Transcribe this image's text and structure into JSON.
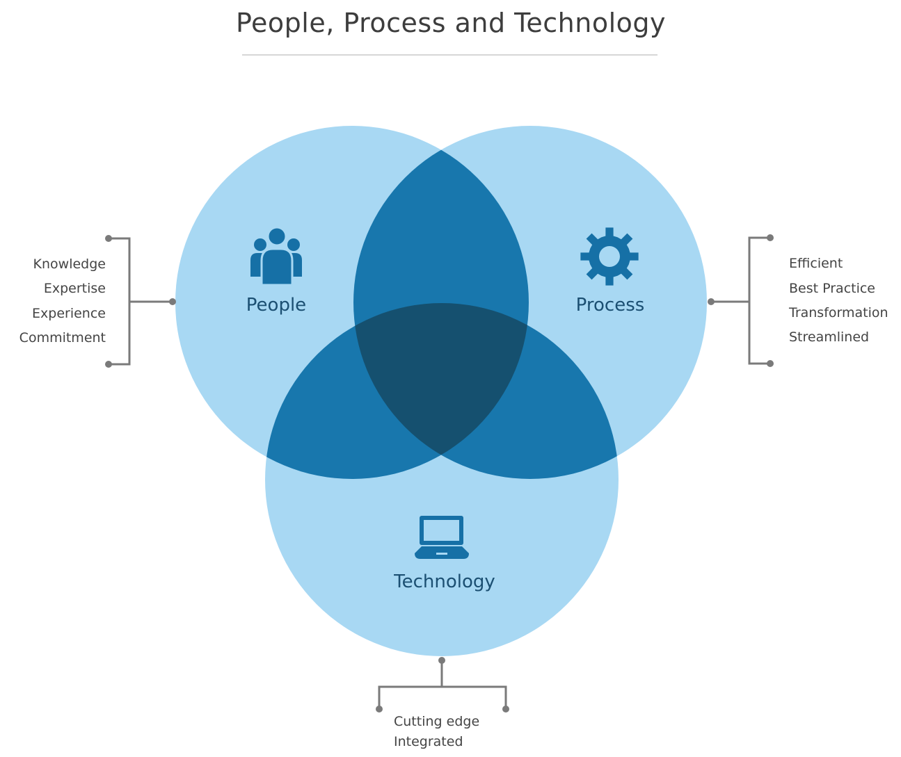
{
  "title": "People, Process and Technology",
  "colors": {
    "single": "#a8d8f3",
    "double": "#1877ad",
    "triple": "#15506f",
    "icon": "#1670a6",
    "connector": "#7a7a7a"
  },
  "circles": {
    "people": {
      "label": "People",
      "icon": "people-icon",
      "items": [
        "Knowledge",
        "Expertise",
        "Experience",
        "Commitment"
      ]
    },
    "process": {
      "label": "Process",
      "icon": "gear-icon",
      "items": [
        "Efficient",
        "Best Practice",
        "Transformation",
        "Streamlined"
      ]
    },
    "technology": {
      "label": "Technology",
      "icon": "laptop-icon",
      "items": [
        "Cutting edge",
        "Integrated"
      ]
    }
  }
}
